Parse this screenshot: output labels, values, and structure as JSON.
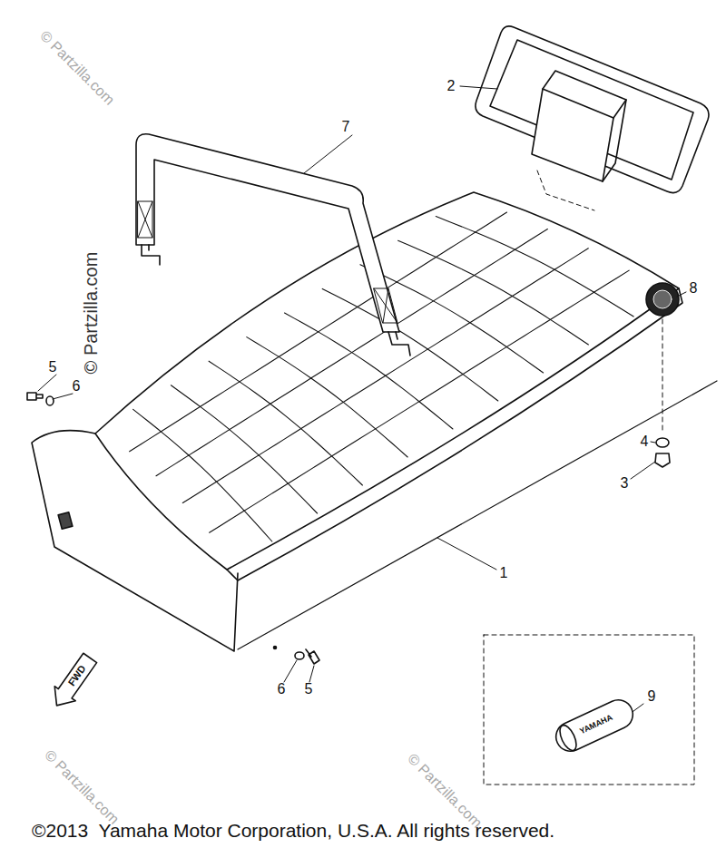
{
  "diagram": {
    "labels": [
      "2",
      "7",
      "8",
      "5",
      "6",
      "4",
      "3",
      "1",
      "6",
      "5",
      "FWD",
      "9",
      "YAMAHA",
      "© Partzilla.com",
      "© Partzilla.com",
      "© Partzilla.com",
      "© Partzilla.com",
      "©2013  Yamaha Motor Corporation, U.S.A. All rights reserved."
    ]
  }
}
